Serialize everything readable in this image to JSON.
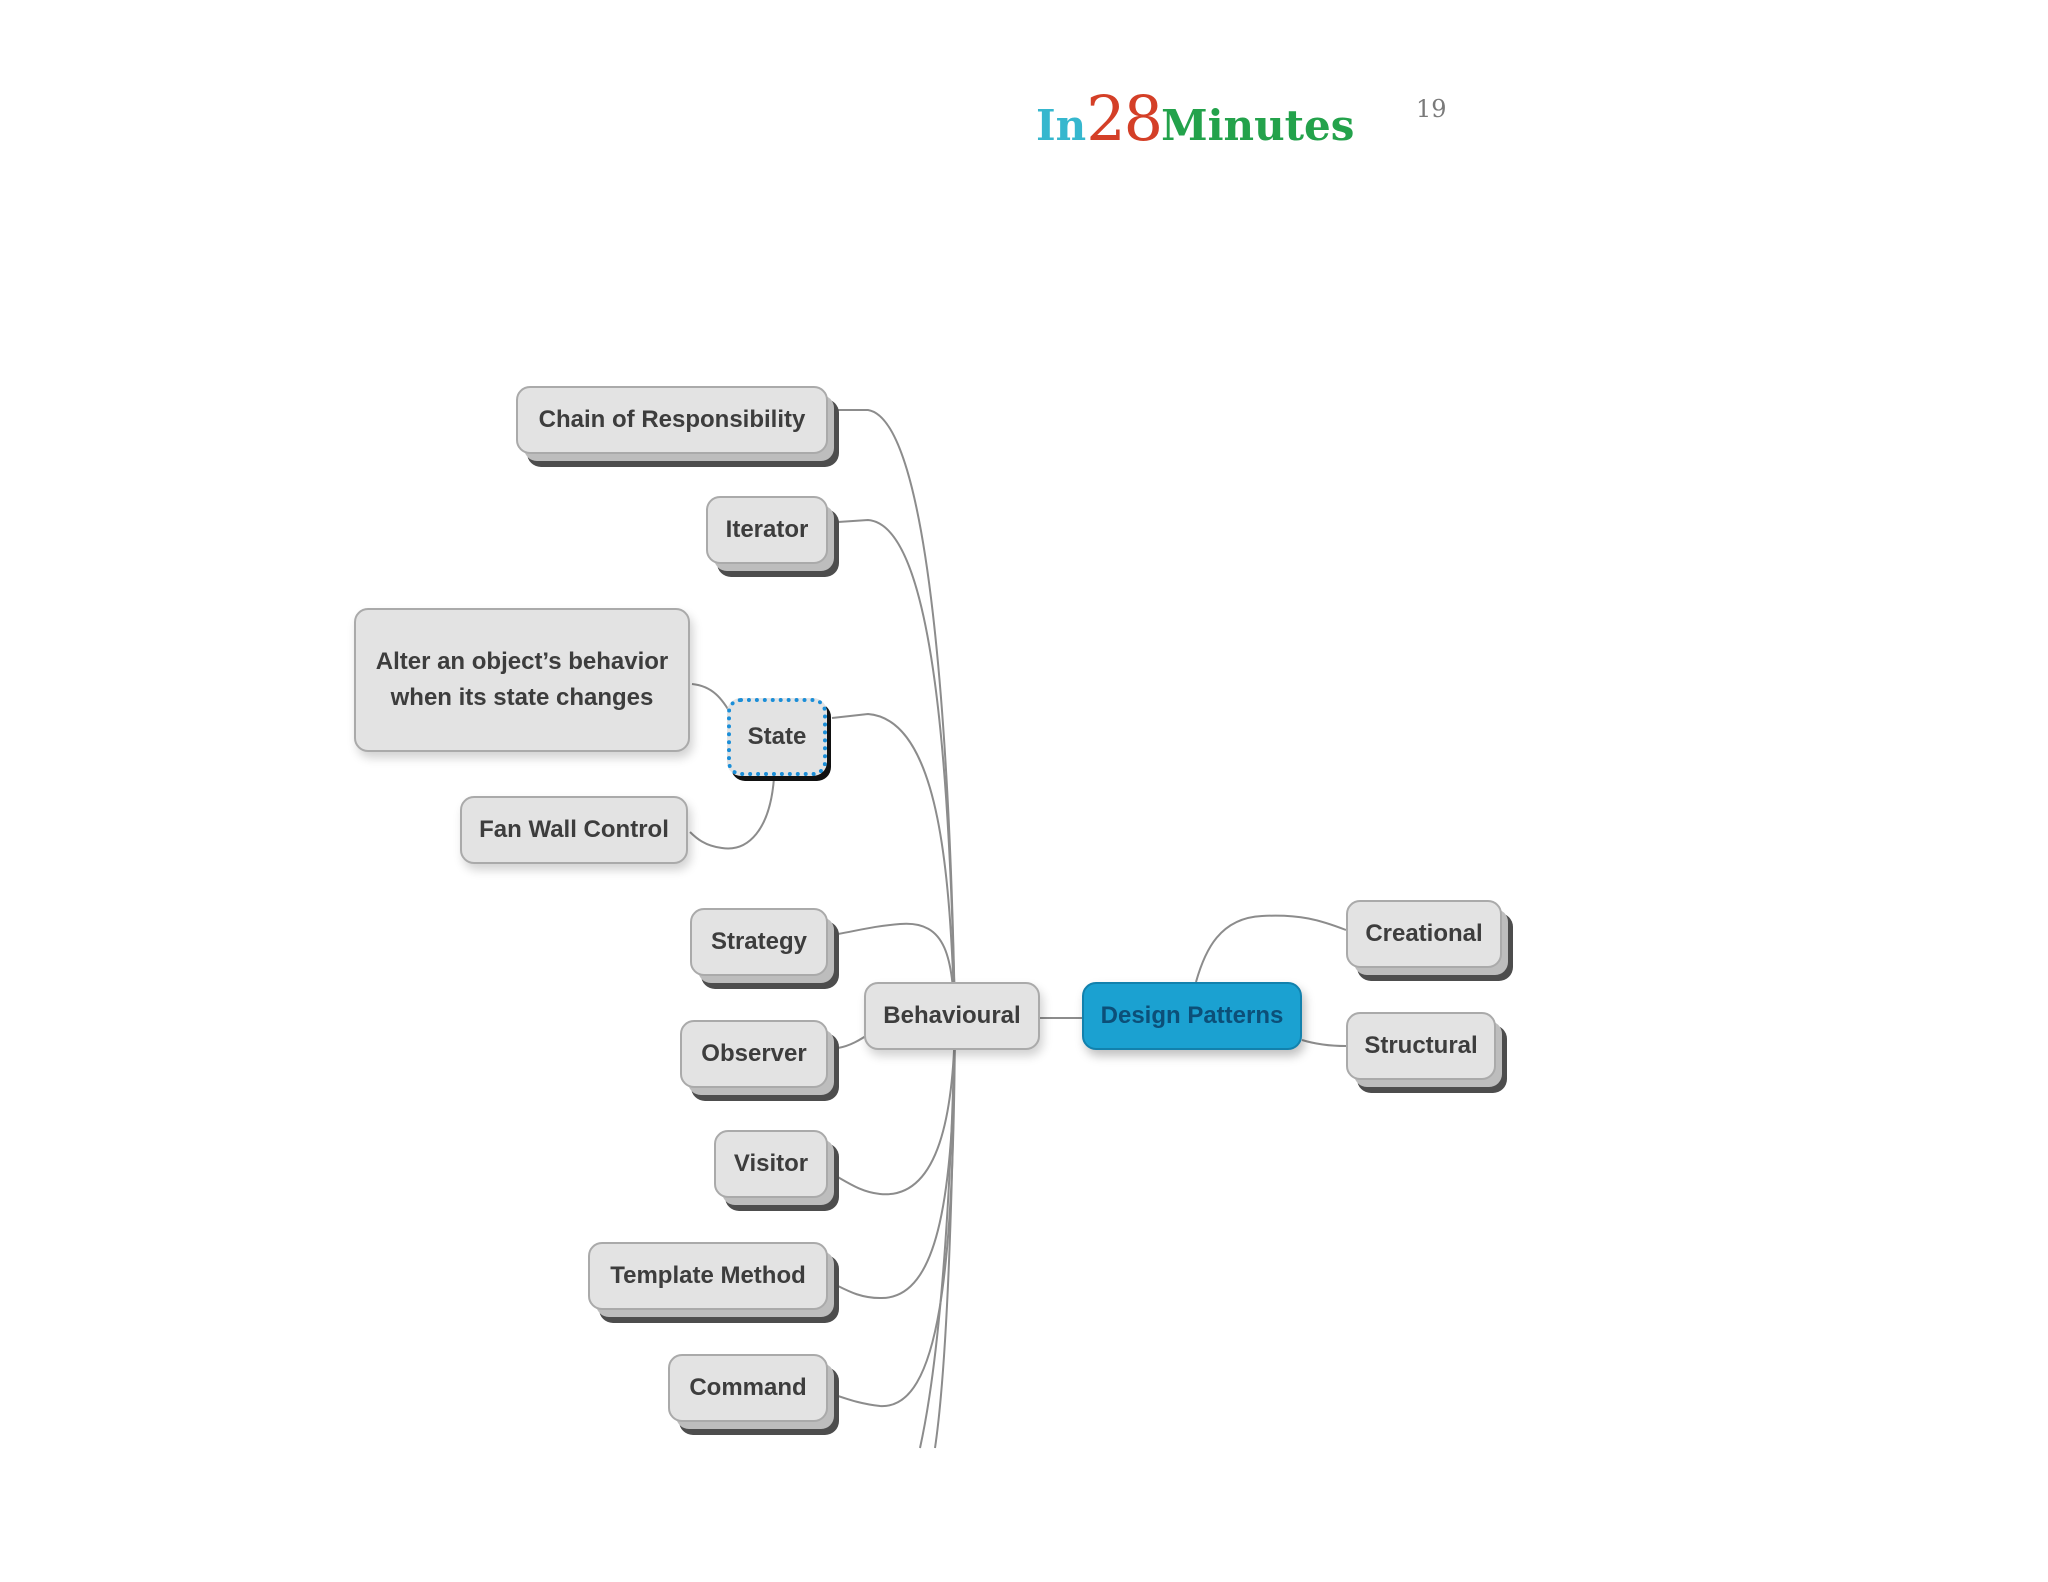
{
  "header": {
    "logo": {
      "part1": "In",
      "part2": "28",
      "part3": "Minutes"
    },
    "page_number": "19"
  },
  "colors": {
    "logo_in": "#36b7ce",
    "logo_28": "#d43f27",
    "logo_minutes": "#23a24b",
    "root_fill": "#1ba1d1",
    "selected_border": "#1a8ed8"
  },
  "diagram": {
    "root": {
      "label": "Design Patterns"
    },
    "categories": [
      {
        "id": "behavioural",
        "label": "Behavioural"
      },
      {
        "id": "creational",
        "label": "Creational"
      },
      {
        "id": "structural",
        "label": "Structural"
      }
    ],
    "behavioural_children": [
      {
        "id": "chain",
        "label": "Chain of Responsibility"
      },
      {
        "id": "iterator",
        "label": "Iterator"
      },
      {
        "id": "state",
        "label": "State",
        "selected": true
      },
      {
        "id": "strategy",
        "label": "Strategy"
      },
      {
        "id": "observer",
        "label": "Observer"
      },
      {
        "id": "visitor",
        "label": "Visitor"
      },
      {
        "id": "template",
        "label": "Template Method"
      },
      {
        "id": "command",
        "label": "Command"
      }
    ],
    "state_children": [
      {
        "id": "state-note",
        "label": "Alter an object’s behavior when its state changes"
      },
      {
        "id": "fan",
        "label": "Fan Wall Control"
      }
    ]
  }
}
